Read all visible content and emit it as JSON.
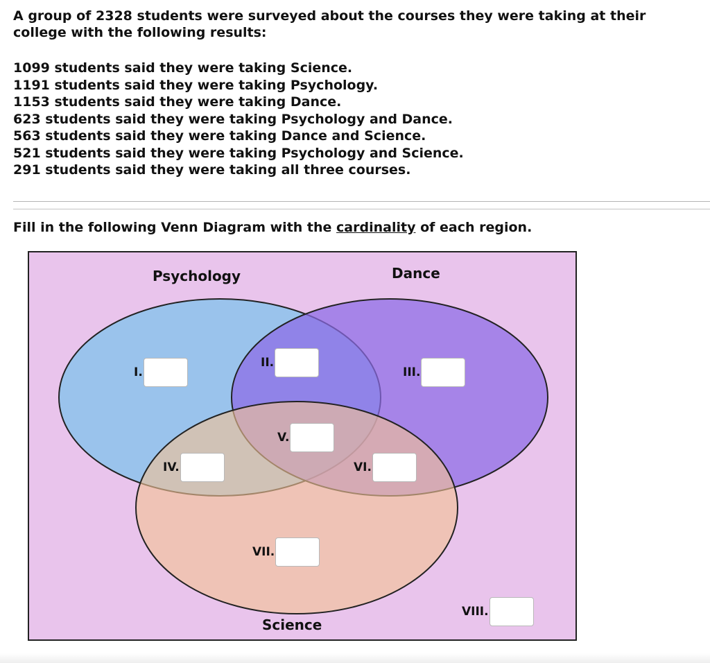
{
  "problem": {
    "intro": "A group of 2328 students were surveyed about the courses they were taking at their college with the following results:",
    "facts": [
      "1099 students said they were taking Science.",
      "1191 students said they were taking Psychology.",
      "1153 students said they were taking Dance.",
      "623 students said they were taking Psychology and Dance.",
      "563 students said they were taking Dance and Science.",
      "521 students said they were taking Psychology and Science.",
      "291 students said they were taking all three courses."
    ],
    "instruction_before": "Fill in the following Venn Diagram with the",
    "instruction_link": "cardinality",
    "instruction_after": "of each region."
  },
  "venn": {
    "sets": {
      "psychology": "Psychology",
      "dance": "Dance",
      "science": "Science"
    },
    "colors": {
      "universe": "#e9c4ec",
      "psychology": "#96c3ec",
      "dance": "#8c6be6",
      "science": "#f2c195",
      "outline": "#222222"
    },
    "regions": [
      {
        "id": "I",
        "label": "I.",
        "value": ""
      },
      {
        "id": "II",
        "label": "II.",
        "value": ""
      },
      {
        "id": "III",
        "label": "III.",
        "value": ""
      },
      {
        "id": "IV",
        "label": "IV.",
        "value": ""
      },
      {
        "id": "V",
        "label": "V.",
        "value": ""
      },
      {
        "id": "VI",
        "label": "VI.",
        "value": ""
      },
      {
        "id": "VII",
        "label": "VII.",
        "value": ""
      },
      {
        "id": "VIII",
        "label": "VIII.",
        "value": ""
      }
    ]
  }
}
